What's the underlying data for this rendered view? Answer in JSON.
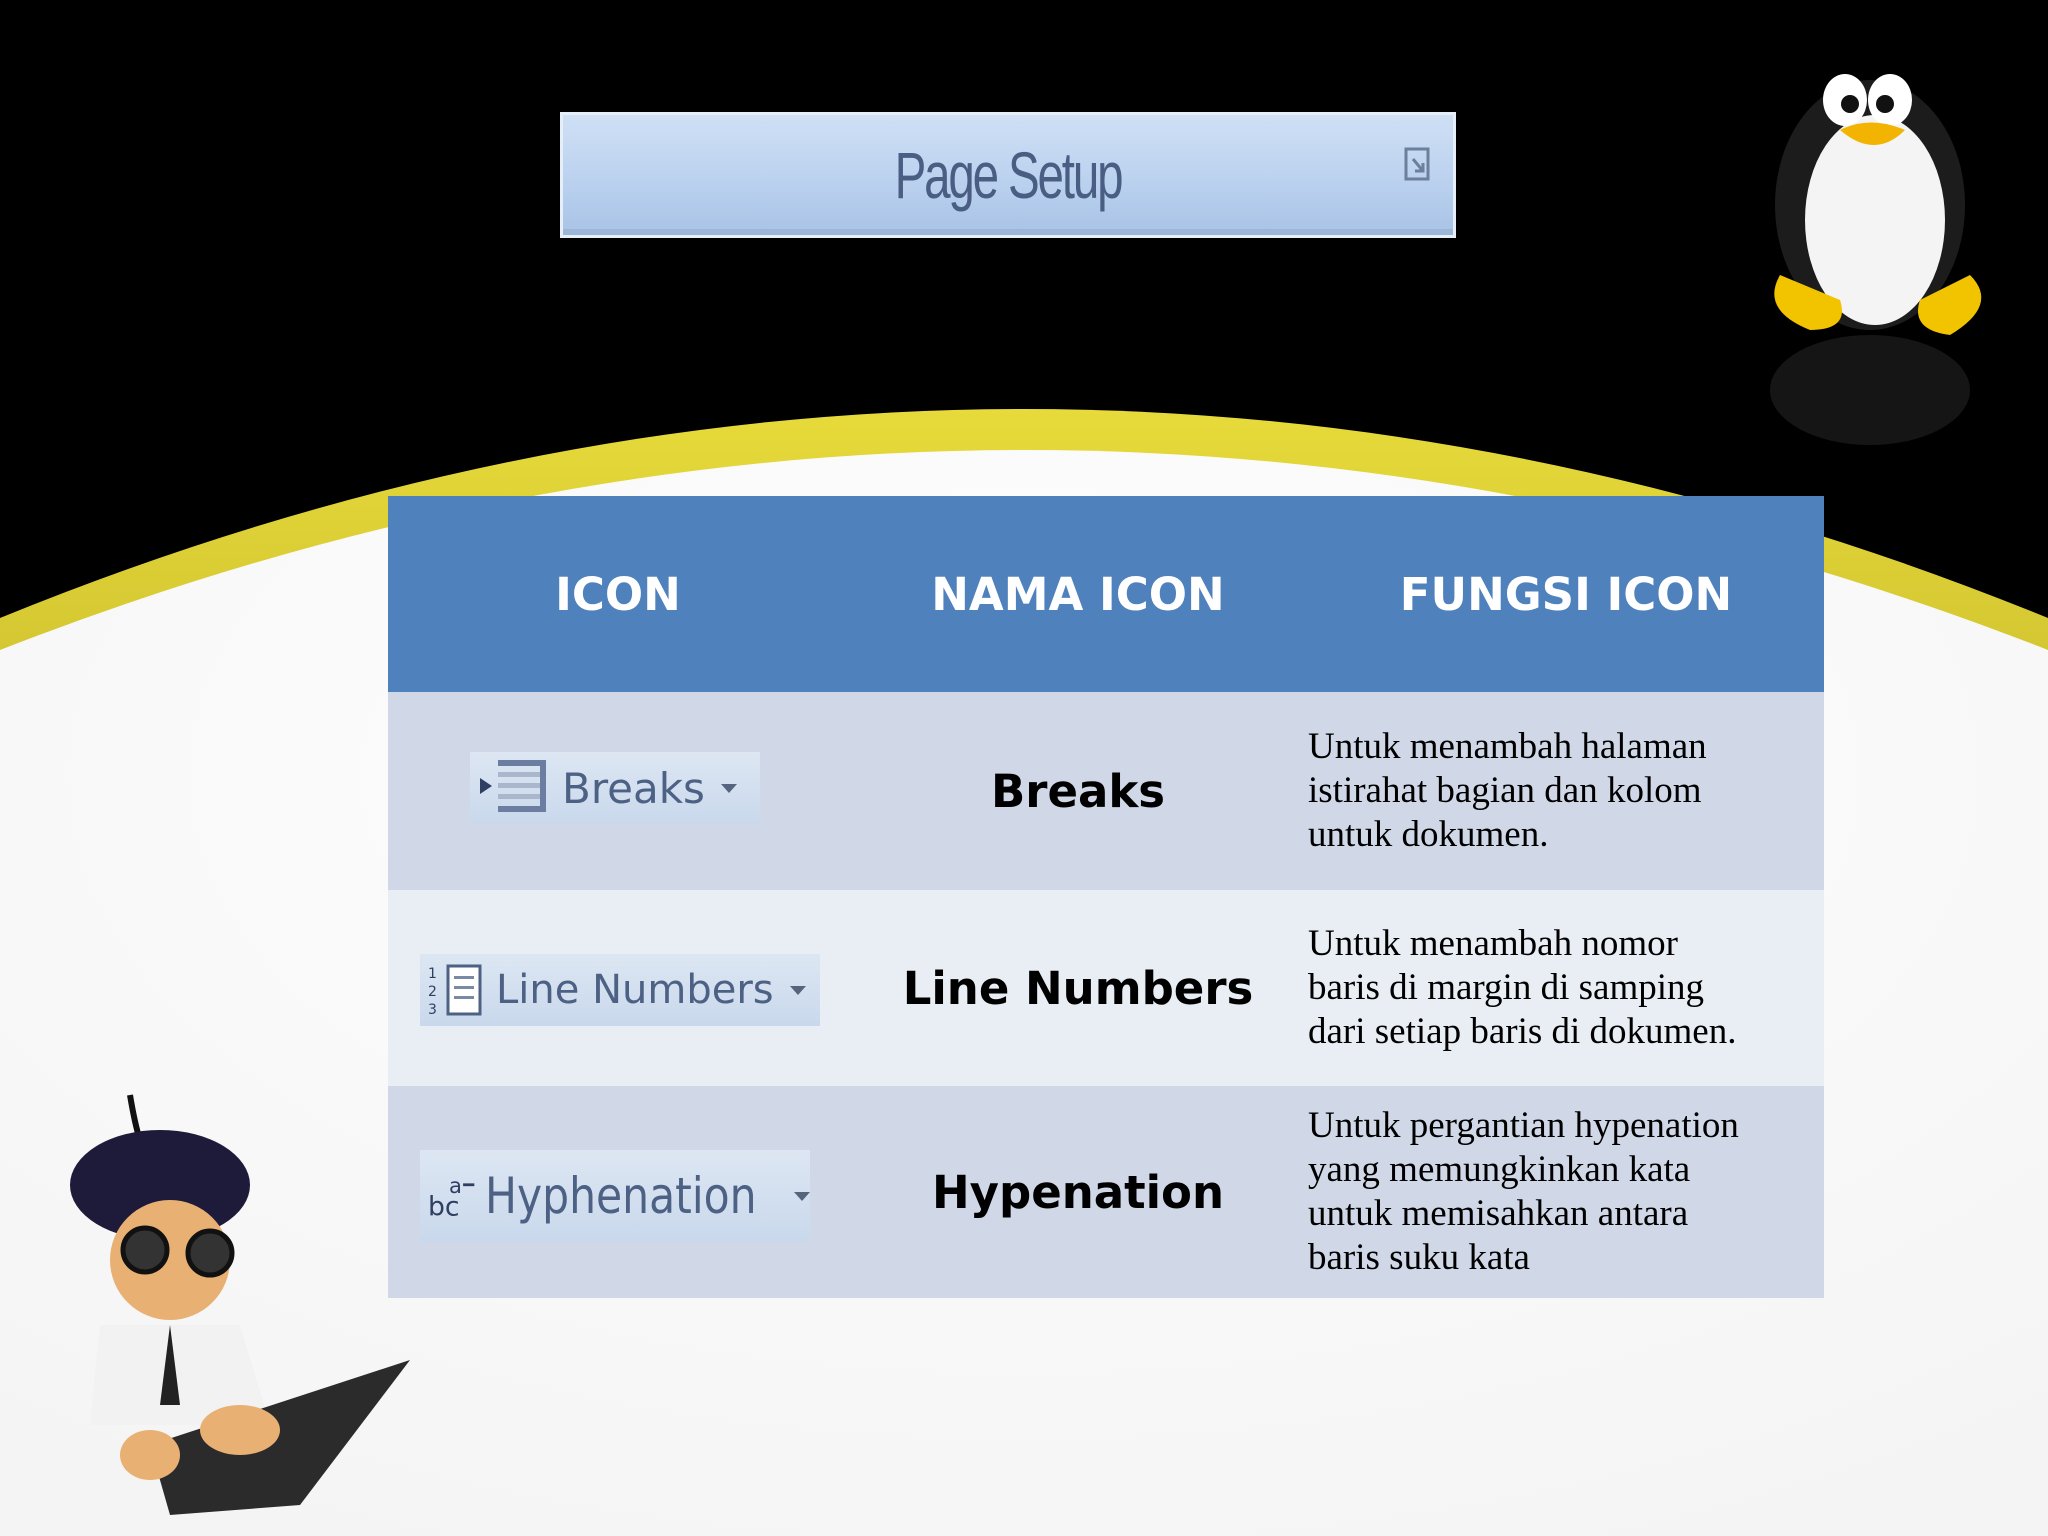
{
  "page_setup": {
    "title": "Page Setup"
  },
  "table": {
    "headers": [
      "ICON",
      "NAMA  ICON",
      "FUNGSI  ICON"
    ],
    "rows": [
      {
        "icon_label": "Breaks",
        "icon_name": "breaks-icon",
        "name": "Breaks",
        "function_lines": [
          "Untuk menambah halaman",
          "istirahat bagian dan kolom",
          "untuk dokumen."
        ]
      },
      {
        "icon_label": "Line Numbers",
        "icon_name": "line-numbers-icon",
        "name": "Line Numbers",
        "function_lines": [
          "Untuk menambah nomor",
          "baris di margin di samping",
          "dari setiap baris di dokumen."
        ]
      },
      {
        "icon_label": "Hyphenation",
        "icon_name": "hyphenation-icon",
        "name": "Hypenation",
        "function_lines": [
          "Untuk pergantian hypenation",
          "yang memungkinkan kata",
          "untuk memisahkan antara",
          "baris suku kata"
        ]
      }
    ]
  },
  "colors": {
    "header_bg": "#4f81bd",
    "row_dark": "#d0d8e8",
    "row_light": "#e9edf4",
    "arc_gold": "#b5a51c"
  }
}
